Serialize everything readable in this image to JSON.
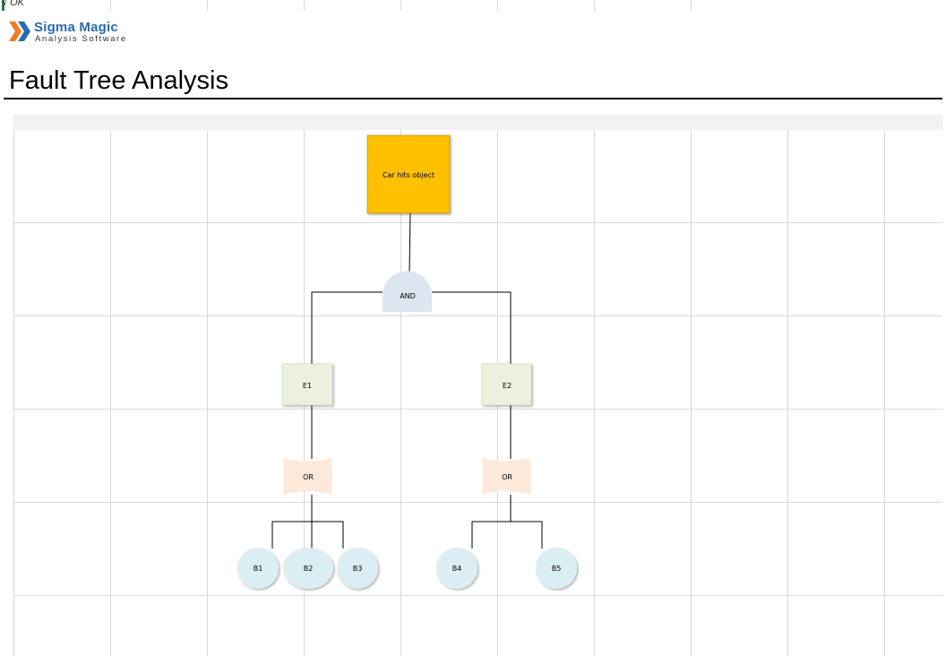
{
  "header": {
    "cell_mark": "√ OK",
    "logo_name": "Sigma Magic",
    "logo_subtitle": "Analysis Software",
    "page_title": "Fault Tree Analysis"
  },
  "diagram": {
    "top_event": "Car hits object",
    "top_gate": "AND",
    "events": [
      "E1",
      "E2"
    ],
    "sub_gates": [
      "OR",
      "OR"
    ],
    "basic_events": [
      "B1",
      "B2",
      "B3",
      "B4",
      "B5"
    ],
    "colors": {
      "top_event": "#ffc000",
      "and_gate": "#dce6f1",
      "event": "#ebf1de",
      "or_gate": "#fde9d9",
      "basic_event": "#dbeef4"
    }
  }
}
